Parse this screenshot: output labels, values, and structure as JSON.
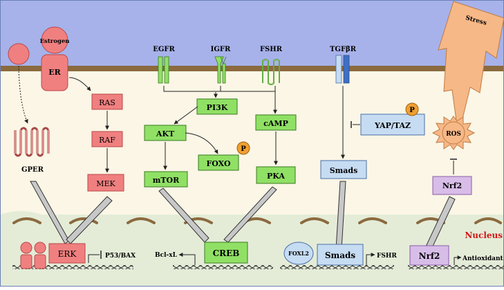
{
  "colors": {
    "extracellular": "#a7b2ea",
    "cytoplasm": "#fbf6e6",
    "nucleus": "#e4ecd8",
    "membrane": "#8b6a3e",
    "red_box": "#f08080",
    "green_box": "#90e065",
    "blue_box": "#c6dcf2",
    "pink_box": "#d8bde8",
    "phospho": "#f0a030",
    "stress_bolt": "#f6b887"
  },
  "receptors": {
    "estrogen": "Estrogen",
    "er": "ER",
    "egfr": "EGFR",
    "igfr": "IGFR",
    "fshr": "FSHR",
    "tgfbr": "TGFβR",
    "gper": "GPER"
  },
  "stress": "Stress",
  "ros": "ROS",
  "nodes": {
    "ras": "RAS",
    "raf": "RAF",
    "mek": "MEK",
    "pi3k": "PI3K",
    "akt": "AKT",
    "foxo": "FOXO",
    "mtor": "mTOR",
    "camp": "cAMP",
    "pka": "PKA",
    "yap_taz": "YAP/TAZ",
    "smads_cyto": "Smads",
    "nrf2_cyto": "Nrf2",
    "phospho_label": "P"
  },
  "nucleus": {
    "label": "Nucleus",
    "erk": "ERK",
    "p53_bax": "P53/BAX",
    "bcl_xl": "Bcl-xL",
    "creb": "CREB",
    "foxl2": "FOXL2",
    "smads": "Smads",
    "fshr_gene": "FSHR",
    "nrf2": "Nrf2",
    "antioxidant": "Antioxidant"
  }
}
